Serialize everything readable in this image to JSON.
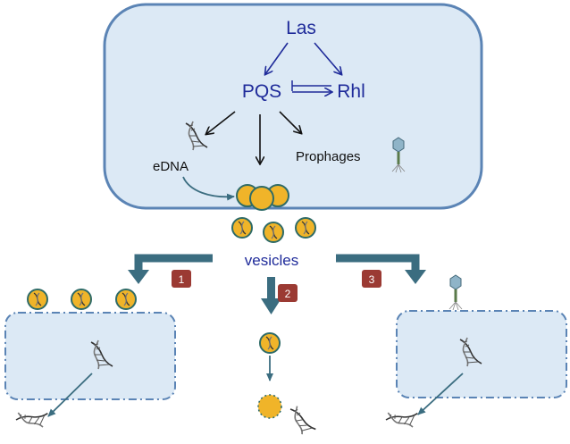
{
  "labels": {
    "las": "Las",
    "pqs": "PQS",
    "rhl": "Rhl",
    "edna": "eDNA",
    "prophages": "Prophages",
    "vesicles": "vesicles"
  },
  "pathways": [
    {
      "number": "1"
    },
    {
      "number": "2"
    },
    {
      "number": "3"
    }
  ],
  "colors": {
    "cell_fill": "#dce9f5",
    "cell_stroke": "#5b84b5",
    "vesicle_fill": "#f0b429",
    "vesicle_stroke": "#2f6b67",
    "arrow_teal": "#3b6d80",
    "badge_fill": "#9b3a33",
    "text_blue": "#1f2b9a"
  }
}
